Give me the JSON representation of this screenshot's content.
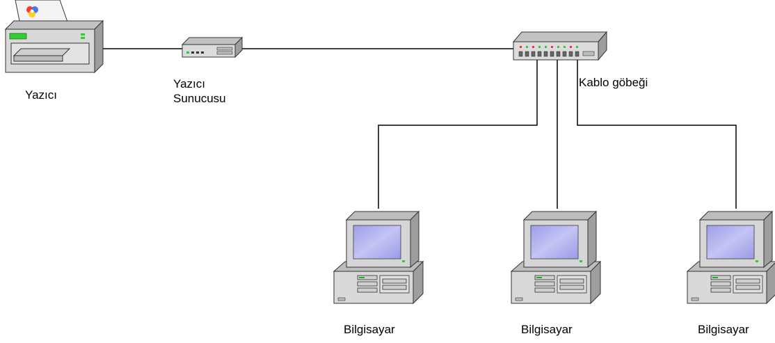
{
  "labels": {
    "printer": "Yazıcı",
    "print_server_line1": "Yazıcı",
    "print_server_line2": "Sunucusu",
    "hub": "Kablo göbeği",
    "computer_1": "Bilgisayar",
    "computer_2": "Bilgisayar",
    "computer_3": "Bilgisayar"
  },
  "icons": {
    "printer": "printer-icon",
    "print_server": "print-server-icon",
    "hub": "network-hub-icon",
    "computer": "desktop-computer-icon"
  },
  "colors": {
    "line": "#000000",
    "device_body": "#d6d6d6",
    "screen": "#b5b5f0",
    "led_green": "#33cc33"
  }
}
